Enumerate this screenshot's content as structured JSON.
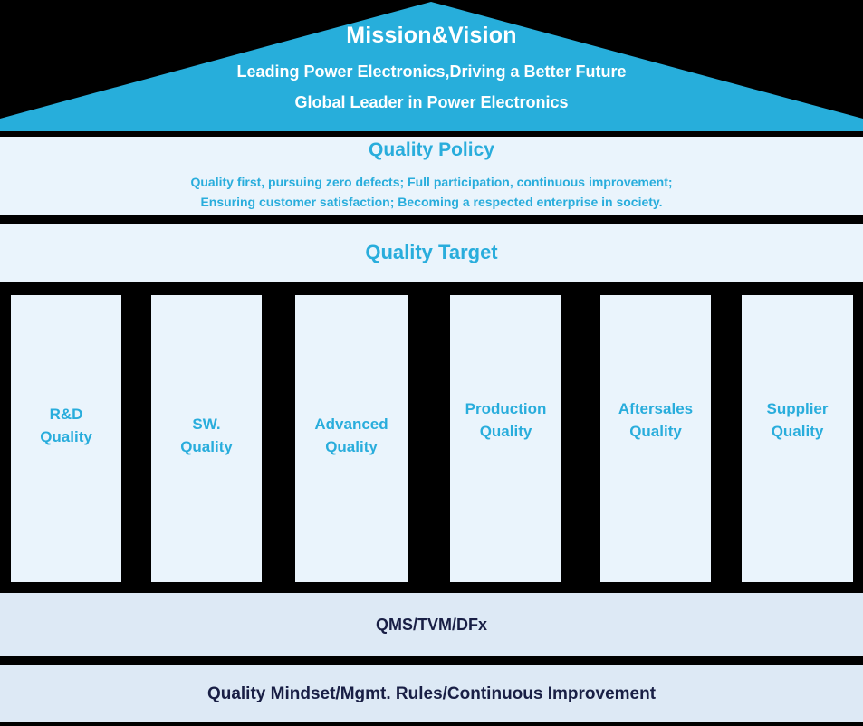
{
  "diagram": {
    "type": "quality-house",
    "colors": {
      "roof_fill": "#27aedb",
      "band_fill": "#eaf4fc",
      "foundation_fill": "#dde9f5",
      "accent_text": "#29addc",
      "dark_text": "#191f45",
      "background": "#000000",
      "roof_text": "#ffffff"
    }
  },
  "roof": {
    "title": "Mission&Vision",
    "line1": "Leading Power Electronics,Driving a Better Future",
    "line2": "Global Leader in Power Electronics"
  },
  "policy": {
    "title": "Quality Policy",
    "line1": "Quality first, pursuing zero defects; Full participation, continuous improvement;",
    "line2": "Ensuring customer satisfaction; Becoming a respected enterprise in society."
  },
  "target": {
    "title": "Quality Target"
  },
  "pillars": [
    {
      "line1": "R&D",
      "line2": "Quality"
    },
    {
      "line1": "SW.",
      "line2": "Quality"
    },
    {
      "line1": "Advanced",
      "line2": "Quality"
    },
    {
      "line1": "Production",
      "line2": "Quality"
    },
    {
      "line1": "Aftersales",
      "line2": "Quality"
    },
    {
      "line1": "Supplier",
      "line2": "Quality"
    }
  ],
  "foundation": {
    "upper": "QMS/TVM/DFx",
    "lower": "Quality Mindset/Mgmt. Rules/Continuous Improvement"
  }
}
